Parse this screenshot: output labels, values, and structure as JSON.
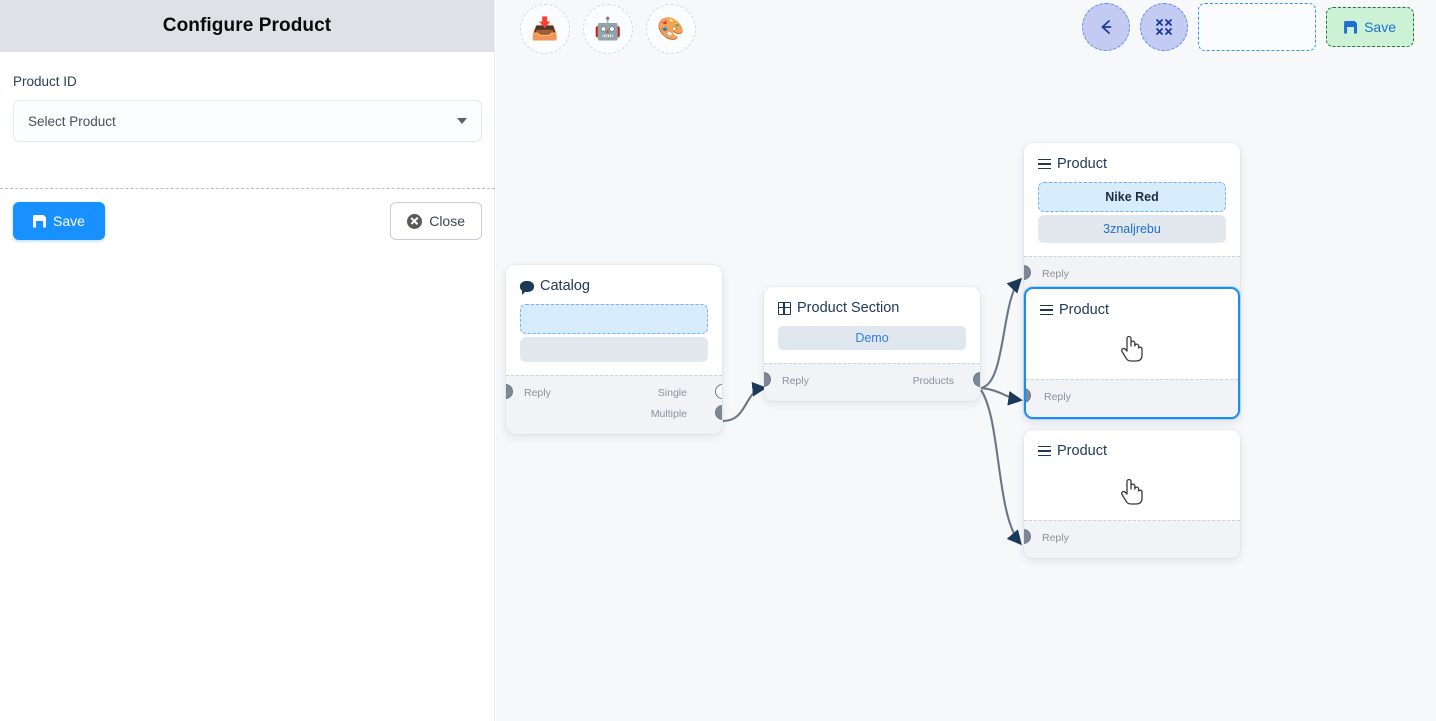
{
  "panel": {
    "title": "Configure Product",
    "field_label": "Product ID",
    "select": {
      "value": "Select Product",
      "placeholder": "Select Product"
    },
    "save_label": "Save",
    "close_label": "Close"
  },
  "toolbar_left": {
    "items": [
      {
        "name": "inbox-tray-icon",
        "glyph": "📥"
      },
      {
        "name": "robot-icon",
        "glyph": "🤖"
      },
      {
        "name": "palette-icon",
        "glyph": "🎨"
      }
    ]
  },
  "toolbar_right": {
    "back_label": "",
    "collapse_label": "",
    "save_label": "Save"
  },
  "colors": {
    "accent_blue": "#1890ff",
    "canvas_bg": "#f6f8fa",
    "header_bg": "#dfe1e6",
    "node_selected": "#1c8df0",
    "save_green_bg": "#ccf2d6",
    "save_green_border": "#1d7a33",
    "edge": "#6b7787"
  },
  "nodes": [
    {
      "id": "catalog",
      "title": "Catalog",
      "icon": "chat-bubble-icon",
      "blocks": [
        {
          "type": "dashed-blue",
          "text": ""
        },
        {
          "type": "gray",
          "text": ""
        }
      ],
      "ports": {
        "in": "Reply",
        "out1": "Single",
        "out2": "Multiple"
      }
    },
    {
      "id": "product-section",
      "title": "Product Section",
      "icon": "grid-icon",
      "blocks": [
        {
          "type": "demo",
          "text": "Demo"
        }
      ],
      "ports": {
        "in": "Reply",
        "out": "Products"
      }
    },
    {
      "id": "product-1",
      "title": "Product",
      "icon": "hamburger-icon",
      "blocks": [
        {
          "type": "dashed-blue",
          "text": "Nike Red"
        },
        {
          "type": "gray",
          "text": "3znaljrebu"
        }
      ],
      "ports": {
        "in": "Reply"
      },
      "selected": false
    },
    {
      "id": "product-2",
      "title": "Product",
      "icon": "hamburger-icon",
      "blocks": [],
      "ports": {
        "in": "Reply"
      },
      "selected": true
    },
    {
      "id": "product-3",
      "title": "Product",
      "icon": "hamburger-icon",
      "blocks": [],
      "ports": {
        "in": "Reply"
      },
      "selected": false
    }
  ]
}
